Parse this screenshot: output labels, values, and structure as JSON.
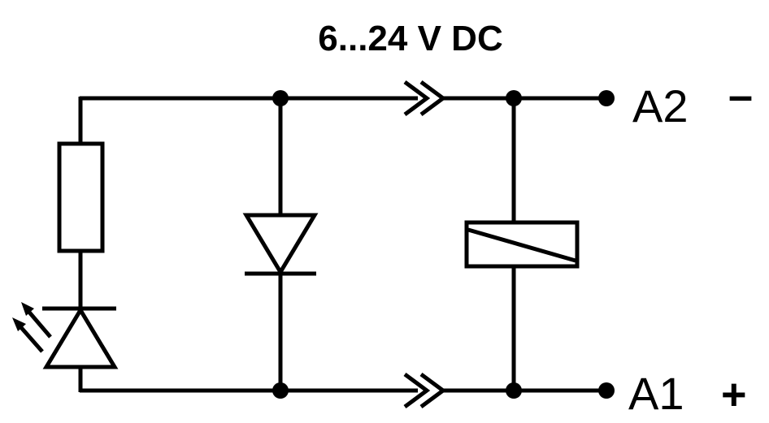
{
  "title": "6...24 V DC",
  "terminals": {
    "top": {
      "label": "A2",
      "polarity": "–"
    },
    "bottom": {
      "label": "A1",
      "polarity": "+"
    }
  },
  "components": {
    "resistor": "resistor",
    "led": "led",
    "diode": "diode",
    "relay_coil": "relay-coil",
    "plug_connectors": "plug-connector"
  },
  "colors": {
    "line": "#000000",
    "background": "#ffffff"
  }
}
